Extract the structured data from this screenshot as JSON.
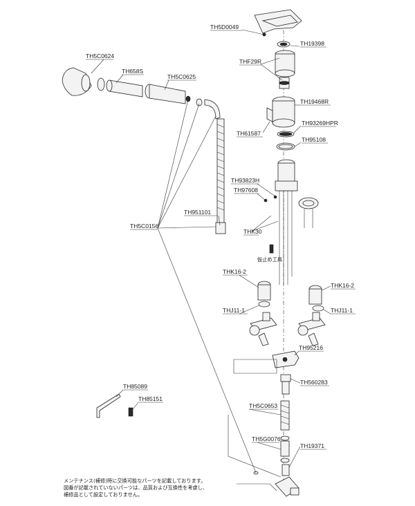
{
  "labels": {
    "th5d0049": "TH5D0049",
    "th19398": "TH19398",
    "thf29r": "THF29R",
    "th5c0624": "TH5C0624",
    "th658s": "TH658S",
    "th5c0625": "TH5C0625",
    "th19468r": "TH19468R",
    "th61587": "TH61587",
    "th93269hpr": "TH93269HPR",
    "th95108": "TH95108",
    "th93823h": "TH93823H",
    "th97608": "TH97608",
    "th5c0156": "TH5C0156",
    "th951101": "TH951101",
    "thk30": "THK30",
    "temp_tool": "仮止め工具",
    "thk16_2_left": "THK16-2",
    "thk16_2_right": "THK16-2",
    "thj11_1_left": "THJ11-1",
    "thj11_1_right": "THJ11-1",
    "th95216": "TH95216",
    "th560283": "TH560283",
    "th85089": "TH85089",
    "th85151": "TH85151",
    "th5c0653": "TH5C0653",
    "th5g0076": "TH5G0076",
    "th19371": "TH19371"
  },
  "footnote": {
    "line1": "メンテナンス(補修)時に交換可能なパーツを記載しております。",
    "line2": "図番が記載されていないパーツは、品質および互換性を考慮し、",
    "line3": "補修品として設定しておりません。"
  }
}
